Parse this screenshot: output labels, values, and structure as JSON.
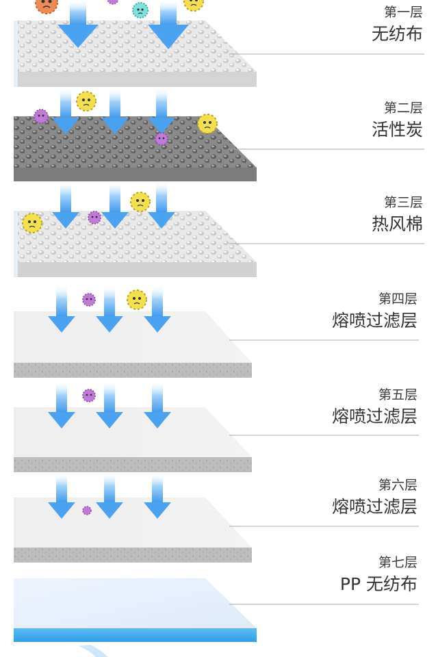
{
  "layers": [
    {
      "index": "第一层",
      "material": "无纺布",
      "texture": "mesh-light"
    },
    {
      "index": "第二层",
      "material": "活性炭",
      "texture": "mesh-dark"
    },
    {
      "index": "第三层",
      "material": "热风棉",
      "texture": "mesh-light"
    },
    {
      "index": "第四层",
      "material": "熔喷过滤层",
      "texture": "speckle"
    },
    {
      "index": "第五层",
      "material": "熔喷过滤层",
      "texture": "speckle"
    },
    {
      "index": "第六层",
      "material": "熔喷过滤层",
      "texture": "speckle"
    },
    {
      "index": "第七层",
      "material": "PP 无纺布",
      "texture": "plain-blue"
    }
  ],
  "colors": {
    "arrow": "#4aa3f0",
    "arrow_light": "#d6ebfd",
    "leader_line": "#a8a8a8",
    "label_text": "#333333",
    "virus_yellow": "#f4e04d",
    "virus_purple": "#c07bd8",
    "virus_cyan": "#7fe0dc",
    "virus_orange": "#ee8a55",
    "pp_layer_top": "#e8f1fc",
    "pp_layer_edge": "#38a8ec"
  }
}
